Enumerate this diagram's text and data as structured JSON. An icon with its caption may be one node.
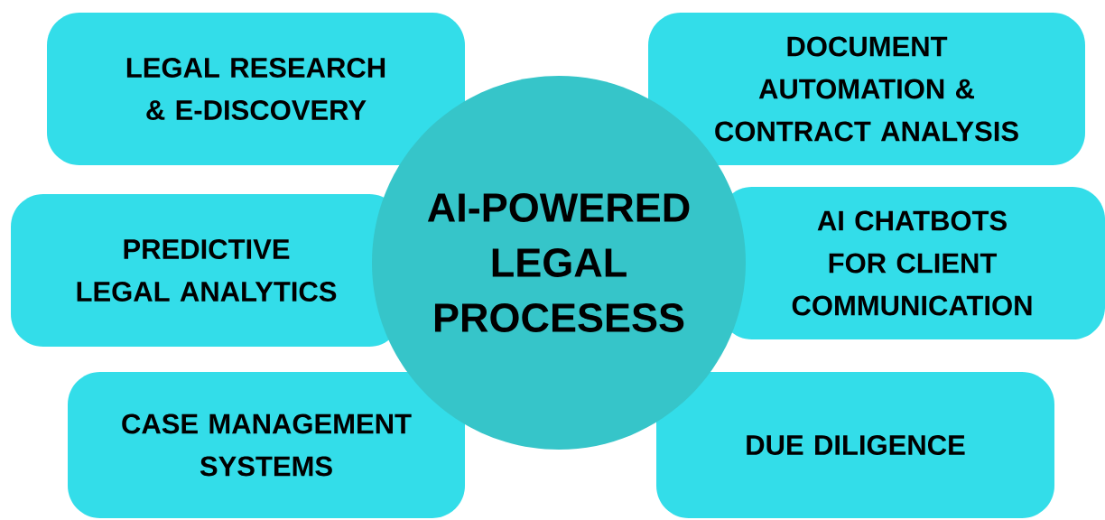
{
  "diagram": {
    "nodes": [
      {
        "text": [
          "LEGAL RESEARCH & E-DISCOVERY"
        ]
      },
      {
        "text": [
          "DOCUMENT AUTOMATION & CONTRACT ANALYSIS"
        ]
      },
      {
        "text": [
          "PREDICTIVE LEGAL ANALYTICS"
        ]
      },
      {
        "text": [
          "AI-POWERED LEGAL PROCESESS"
        ]
      },
      {
        "text": [
          "AI CHATBOTS FOR CLIENT COMMUNICATION"
        ]
      },
      {
        "text": [
          "CASE MANAGEMENT SYSTEMS"
        ]
      },
      {
        "text": [
          "DUE DILIGENCE"
        ]
      }
    ]
  }
}
